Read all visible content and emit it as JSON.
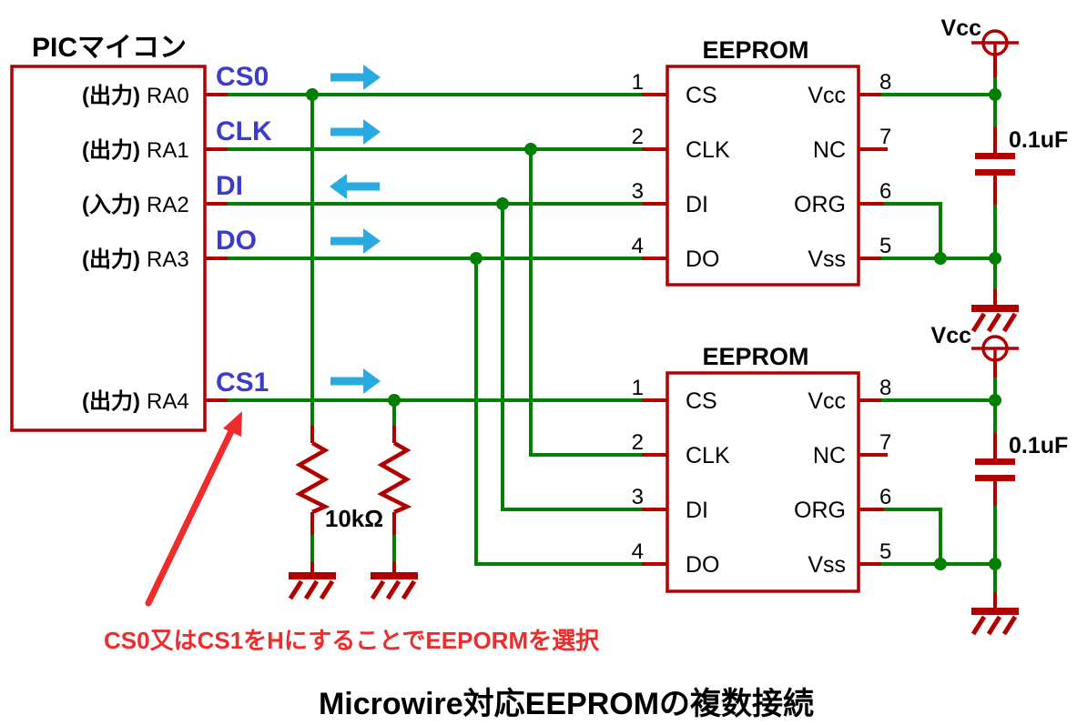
{
  "title": "Microwire対応EEPROMの複数接続",
  "annotation": "CS0又はCS1をHにすることでEEPORMを選択",
  "pic": {
    "title": "PICマイコン",
    "ports": [
      {
        "dir": "(出力)",
        "name": "RA0",
        "signal": "CS0",
        "arrow": "right"
      },
      {
        "dir": "(出力)",
        "name": "RA1",
        "signal": "CLK",
        "arrow": "right"
      },
      {
        "dir": "(入力)",
        "name": "RA2",
        "signal": "DI",
        "arrow": "left"
      },
      {
        "dir": "(出力)",
        "name": "RA3",
        "signal": "DO",
        "arrow": "right"
      },
      {
        "dir": "(出力)",
        "name": "RA4",
        "signal": "CS1",
        "arrow": "right"
      }
    ]
  },
  "eeprom_top": {
    "title": "EEPROM",
    "left_pins": [
      {
        "num": "1",
        "label": "CS"
      },
      {
        "num": "2",
        "label": "CLK"
      },
      {
        "num": "3",
        "label": "DI"
      },
      {
        "num": "4",
        "label": "DO"
      }
    ],
    "right_pins": [
      {
        "num": "8",
        "label": "Vcc"
      },
      {
        "num": "7",
        "label": "NC"
      },
      {
        "num": "6",
        "label": "ORG"
      },
      {
        "num": "5",
        "label": "Vss"
      }
    ]
  },
  "eeprom_bottom": {
    "title": "EEPROM",
    "left_pins": [
      {
        "num": "1",
        "label": "CS"
      },
      {
        "num": "2",
        "label": "CLK"
      },
      {
        "num": "3",
        "label": "DI"
      },
      {
        "num": "4",
        "label": "DO"
      }
    ],
    "right_pins": [
      {
        "num": "8",
        "label": "Vcc"
      },
      {
        "num": "7",
        "label": "NC"
      },
      {
        "num": "6",
        "label": "ORG"
      },
      {
        "num": "5",
        "label": "Vss"
      }
    ]
  },
  "power": {
    "vcc": "Vcc",
    "capacitor": "0.1uF",
    "resistor": "10kΩ"
  },
  "colors": {
    "wire_green": "#007F00",
    "component_red": "#B00000",
    "signal_blue": "#3C3CCC",
    "arrow_cyan": "#29ABE2",
    "annotation_red": "#EE2C2C",
    "text_black": "#000000",
    "background": "#FFFFFF"
  }
}
